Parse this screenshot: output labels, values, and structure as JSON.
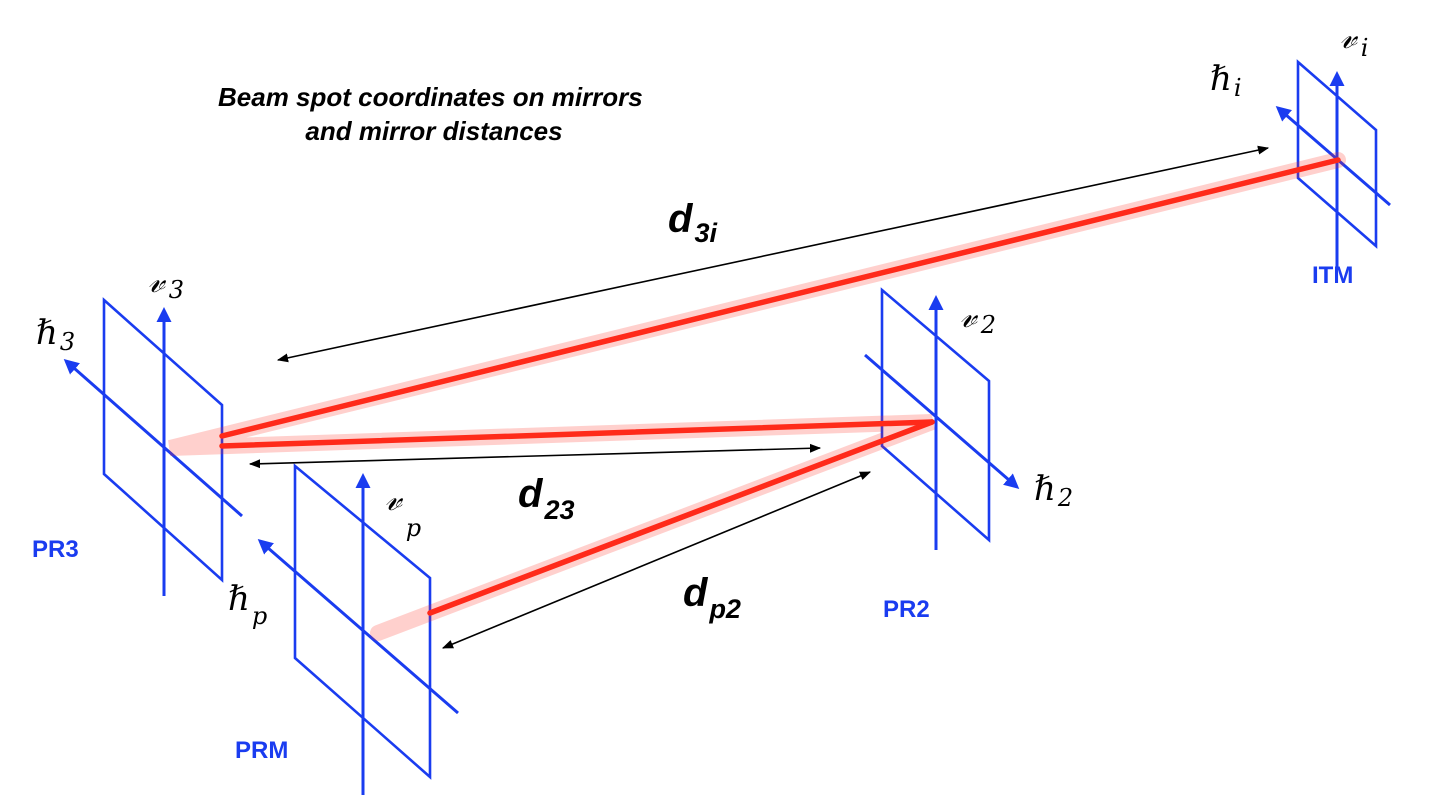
{
  "title_lines": [
    "Beam spot coordinates on mirrors",
    "and mirror distances"
  ],
  "mirrors": {
    "itm": {
      "label": "ITM",
      "h_sub": "i",
      "v_sub": "i"
    },
    "pr2": {
      "label": "PR2",
      "h_sub": "2",
      "v_sub": "2"
    },
    "pr3": {
      "label": "PR3",
      "h_sub": "3",
      "v_sub": "3"
    },
    "prm": {
      "label": "PRM",
      "h_sub": "p",
      "v_sub": "p"
    }
  },
  "axis_symbols": {
    "h": "ℏ",
    "v": "𝓋"
  },
  "distances": {
    "d3i": {
      "main": "d",
      "sub": "3i"
    },
    "d23": {
      "main": "d",
      "sub": "23"
    },
    "dp2": {
      "main": "d",
      "sub": "p2"
    }
  },
  "colors": {
    "mirror": "#1a3cf0",
    "beam": "#ff2a1a",
    "dimension": "#000000"
  }
}
